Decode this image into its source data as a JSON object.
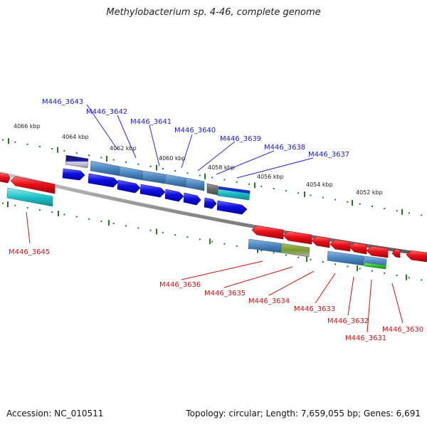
{
  "title": "Methylobacterium sp. 4-46, complete genome",
  "footer": {
    "accession": "Accession: NC_010511",
    "topology": "Topology: circular; Length: 7,659,055 bp; Genes: 6,691"
  },
  "colors": {
    "plus_label": "#1a1acc",
    "minus_label": "#d01010",
    "backbone": "#8a8a8a",
    "tick": "#1f7a1f",
    "gene_red": "#e8101a",
    "gene_blue": "#1010e0",
    "cds_steel": "#4a86c0",
    "cyan": "#20c0c8",
    "olive": "#7a9a30",
    "green": "#30c030"
  },
  "ticks": [
    {
      "label": "4066 kbp"
    },
    {
      "label": "4064 kbp"
    },
    {
      "label": "4062 kbp"
    },
    {
      "label": "4060 kbp"
    },
    {
      "label": "4058 kbp"
    },
    {
      "label": "4056 kbp"
    },
    {
      "label": "4054 kbp"
    },
    {
      "label": "4052 kbp"
    }
  ],
  "genes_top": [
    {
      "label": "M446_3643"
    },
    {
      "label": "M446_3642"
    },
    {
      "label": "M446_3641"
    },
    {
      "label": "M446_3640"
    },
    {
      "label": "M446_3639"
    },
    {
      "label": "M446_3638"
    },
    {
      "label": "M446_3637"
    }
  ],
  "genes_bottom": [
    {
      "label": "M446_3645"
    },
    {
      "label": "M446_3636"
    },
    {
      "label": "M446_3635"
    },
    {
      "label": "M446_3634"
    },
    {
      "label": "M446_3633"
    },
    {
      "label": "M446_3632"
    },
    {
      "label": "M446_3631"
    },
    {
      "label": "M446_3630"
    }
  ]
}
